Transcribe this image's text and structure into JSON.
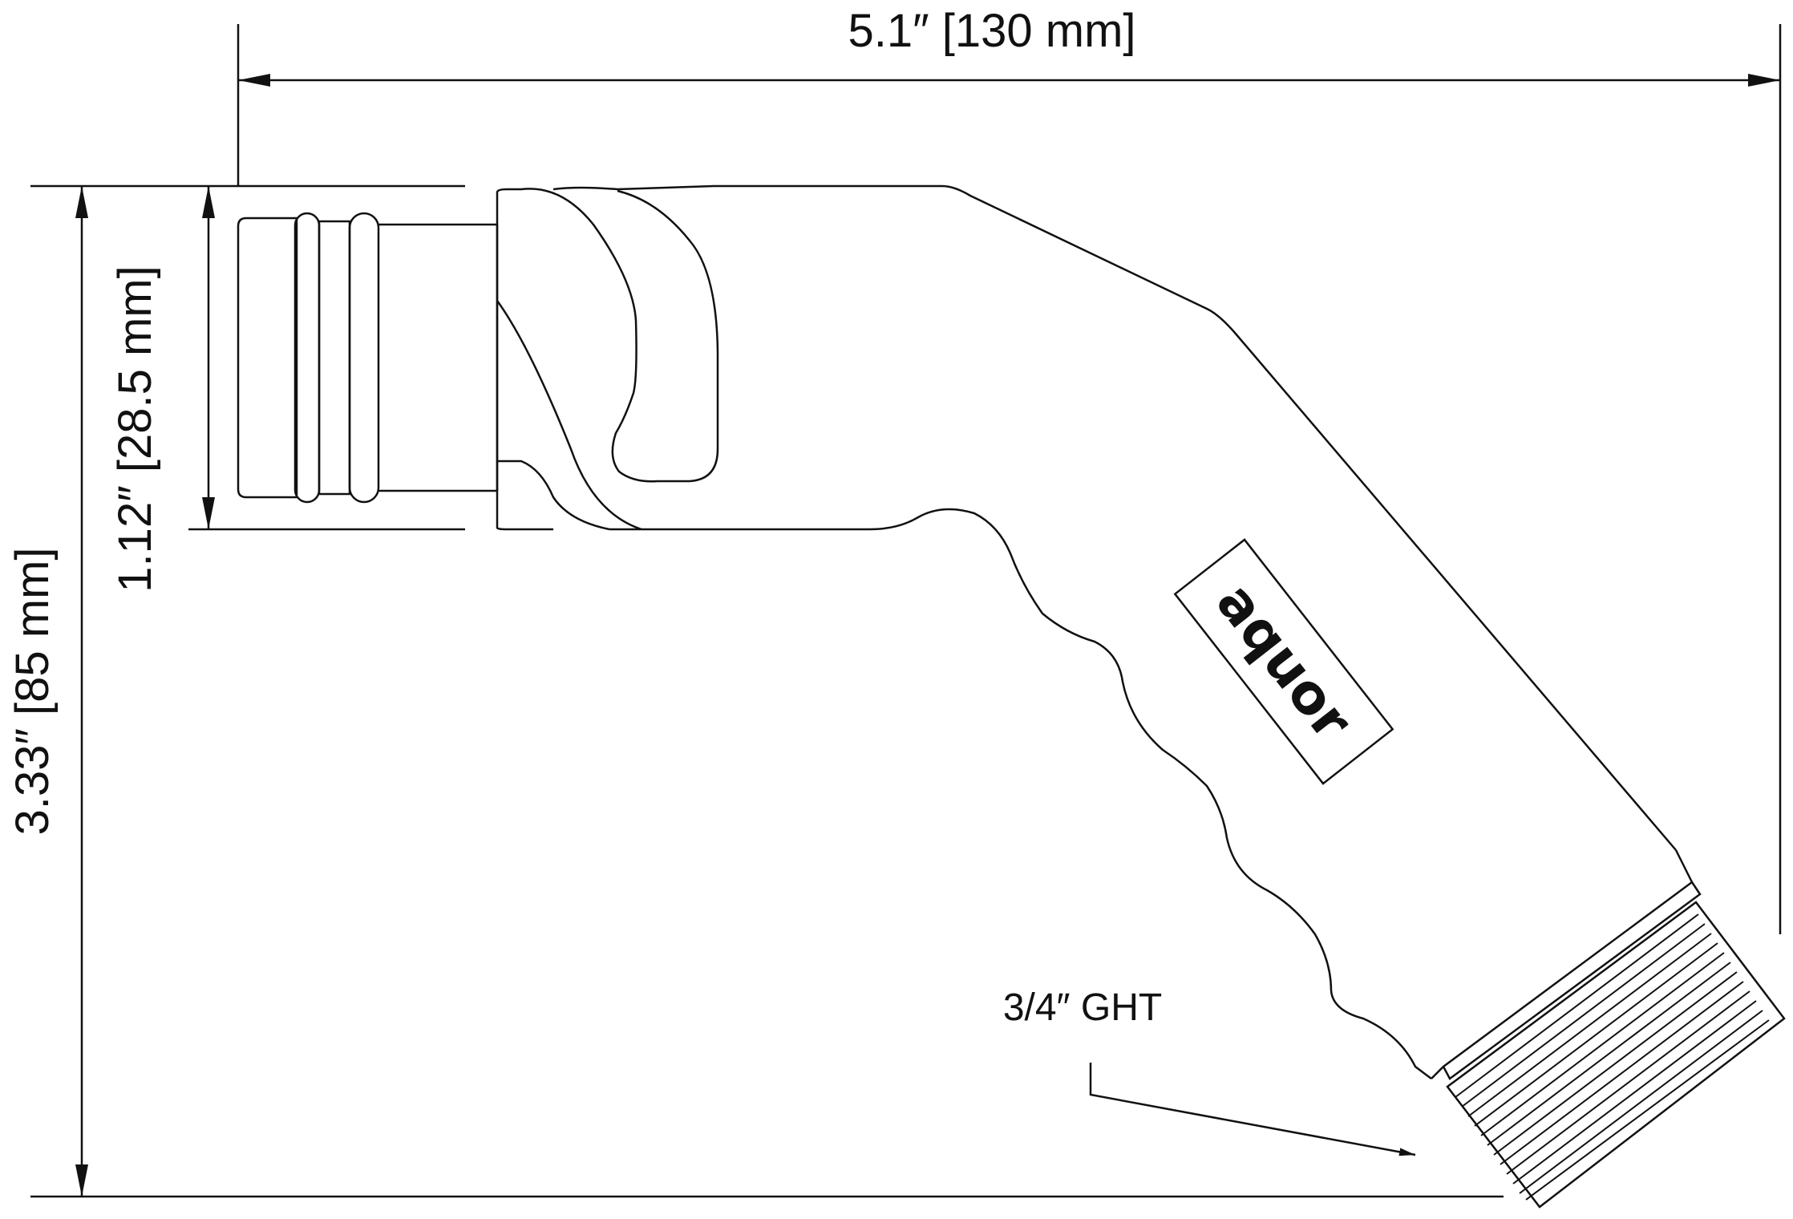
{
  "dimensions": {
    "overall_width": "5.1″  [130 mm]",
    "overall_height": "3.33″  [85 mm]",
    "inlet_diameter": "1.12″  [28.5 mm]"
  },
  "callout": {
    "thread_label": "3/4″ GHT"
  },
  "branding": {
    "logo_text": "aquor"
  },
  "colors": {
    "line": "#111111",
    "background": "#ffffff"
  }
}
